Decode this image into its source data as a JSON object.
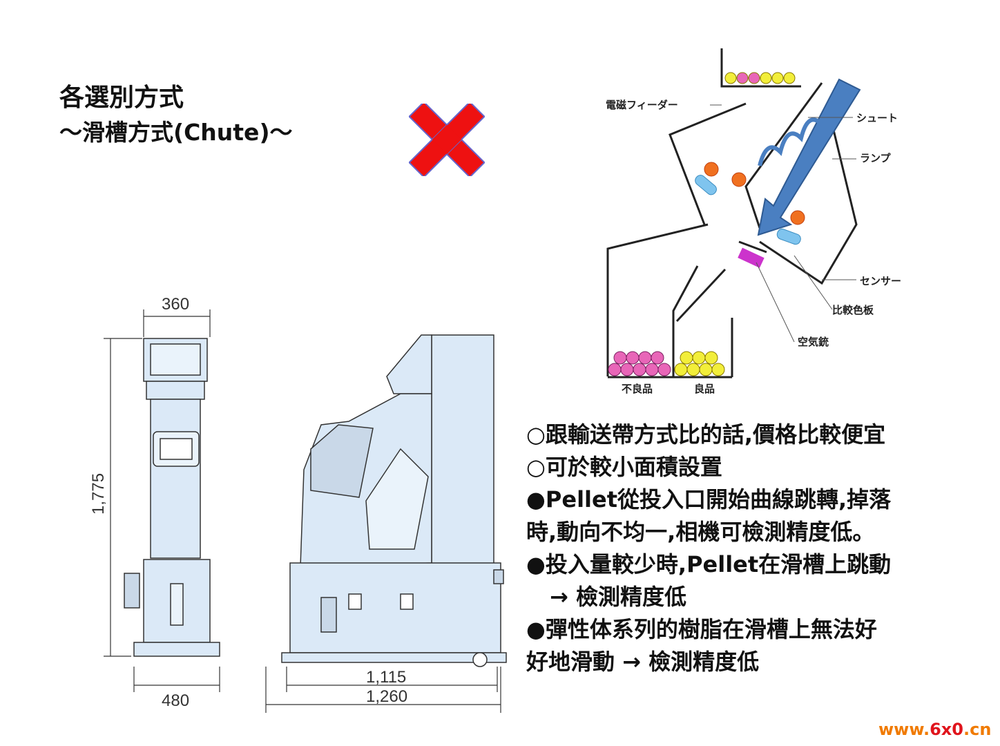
{
  "title": "各選別方式",
  "subtitle": "～滑槽方式(Chute)～",
  "verdict_icon": "red-x-icon",
  "machine_drawing": {
    "dims": {
      "width_top": "360",
      "height": "1,775",
      "width_bottom": "480",
      "depth_inner": "1,115",
      "depth_outer": "1,260"
    }
  },
  "diagram": {
    "labels": {
      "feeder": "電磁フィーダー",
      "chute": "シュート",
      "lamp": "ランプ",
      "sensor": "センサー",
      "reference_plate": "比較色板",
      "air_gun": "空気銃",
      "defective": "不良品",
      "good": "良品"
    },
    "colors": {
      "chute": "#4a7fc1",
      "good": "#f2ee3a",
      "defective": "#e866b8",
      "lamp": "#f07020",
      "air_gun": "#cc33cc"
    }
  },
  "notes": [
    "○跟輸送帶方式比的話,價格比較便宜",
    "○可於較小面積設置",
    "●Pellet從投入口開始曲線跳轉,掉落",
    "時,動向不均一,相機可檢測精度低。",
    "●投入量較少時,Pellet在滑槽上跳動",
    "→ 檢測精度低",
    "●彈性体系列的樹脂在滑槽上無法好",
    "好地滑動 → 檢測精度低"
  ],
  "watermark": {
    "prefix": "www.",
    "brand": "6x0",
    "suffix": ".cn"
  }
}
